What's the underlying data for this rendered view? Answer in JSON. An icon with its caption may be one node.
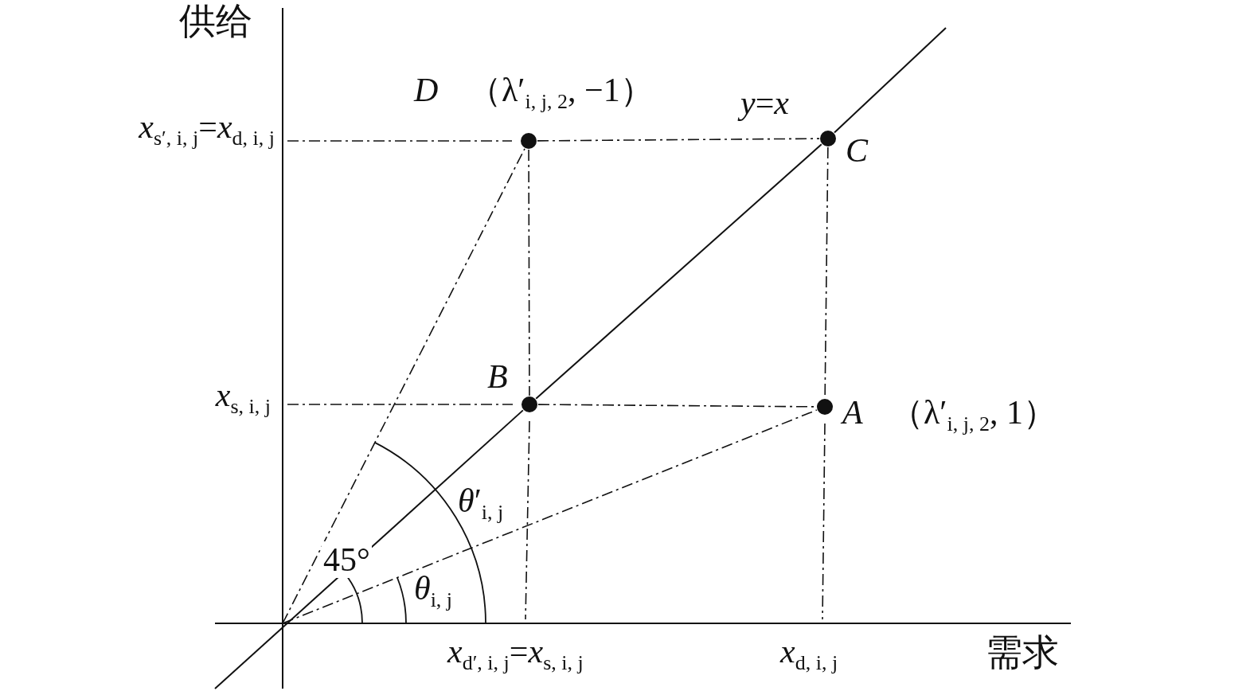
{
  "diagram": {
    "nodes": [
      {
        "text": [
          "D"
        ],
        "beside": [
          "（λ′$_{i, j, 2}$, −1）"
        ]
      },
      {
        "text": [
          "C"
        ]
      },
      {
        "text": [
          "B"
        ]
      },
      {
        "text": [
          "A"
        ],
        "beside": [
          "（λ′$_{i, j, 2}$, 1）"
        ]
      }
    ],
    "edges": [
      {
        "from": 0,
        "to": 1,
        "arrow": "none",
        "style": "dashed"
      },
      {
        "from": 0,
        "to": 2,
        "arrow": "none",
        "style": "dashed"
      },
      {
        "from": 1,
        "to": 3,
        "arrow": "none",
        "style": "dashed"
      },
      {
        "from": 2,
        "to": 3,
        "arrow": "none",
        "style": "dashed"
      },
      {
        "from": null,
        "to": 0,
        "arrow": "none",
        "style": "dashed"
      },
      {
        "from": null,
        "to": 3,
        "arrow": "none",
        "style": "dashed"
      },
      {
        "from": null,
        "to": 2,
        "arrow": "none"
      },
      {
        "from": 2,
        "to": 1,
        "arrow": "none"
      },
      {
        "from": 1,
        "to": null,
        "arrow": "none"
      }
    ],
    "labels": [
      "供给",
      "*x*$_{s′, i, j}$=*x*$_{d, i, j}$",
      "*y*=*x*",
      "*x*$_{s, i, j}$",
      "*θ*′$_{i, j}$",
      "45°",
      "*θ*$_{i, j}$",
      "*x*$_{d′, i, j}$=*x*$_{s, i, j}$",
      "*x*$_{d, i, j}$",
      "需求"
    ]
  }
}
